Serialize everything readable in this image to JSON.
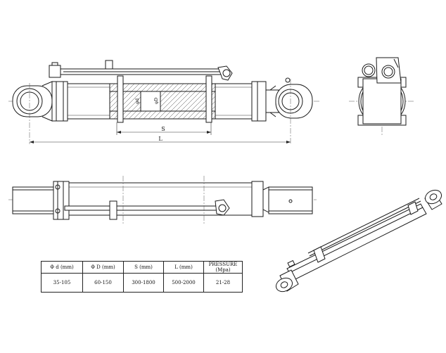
{
  "dimensions": {
    "stroke_label": "S",
    "length_label": "L",
    "rod_dia_label": "φd",
    "bore_dia_label": "φD"
  },
  "spec_table": {
    "headers": [
      "Φ d (mm)",
      "Φ D (mm)",
      "S (mm)",
      "L (mm)",
      "PRESSURE (Mpa)"
    ],
    "values": [
      "35-105",
      "60-150",
      "300-1800",
      "500-2000",
      "21-28"
    ]
  }
}
